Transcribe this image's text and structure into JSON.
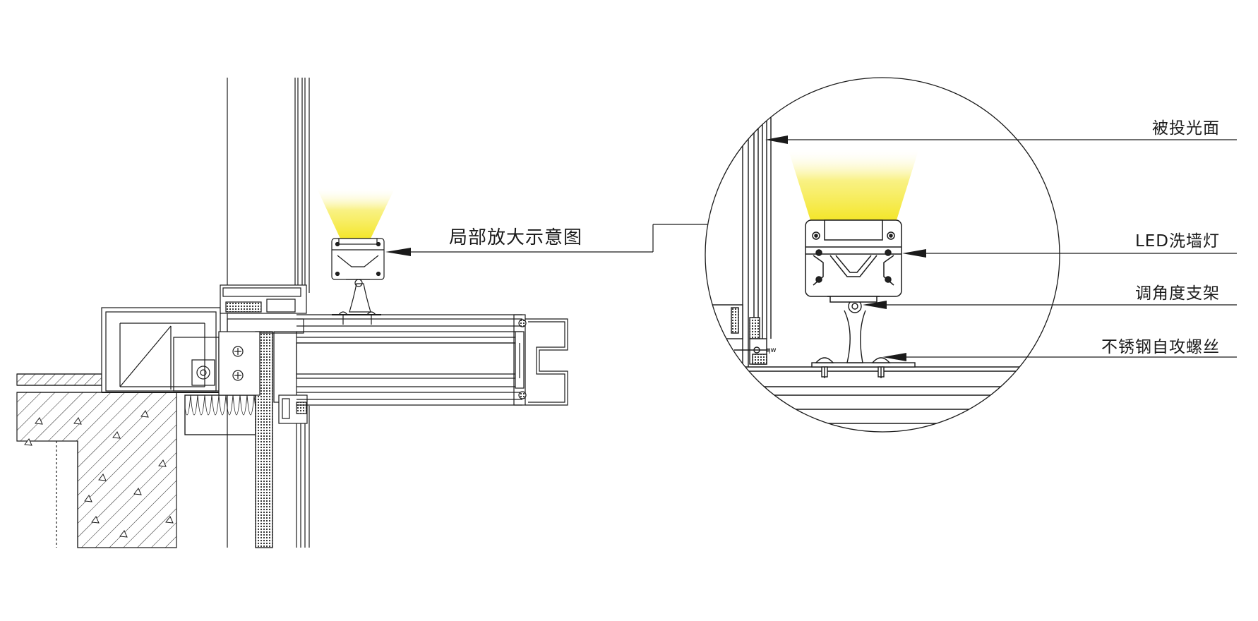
{
  "callouts": {
    "detail_title": "局部放大示意图",
    "illuminated_surface": "被投光面",
    "led_wall_washer": "LED洗墙灯",
    "angle_bracket": "调角度支架",
    "stainless_screw": "不锈钢自攻螺丝"
  },
  "tiny_marks": {
    "qw": "qw"
  },
  "colors": {
    "line": "#1a1a1a",
    "beam_top": "#f6ea3a",
    "beam_fade": "#ffffff"
  }
}
